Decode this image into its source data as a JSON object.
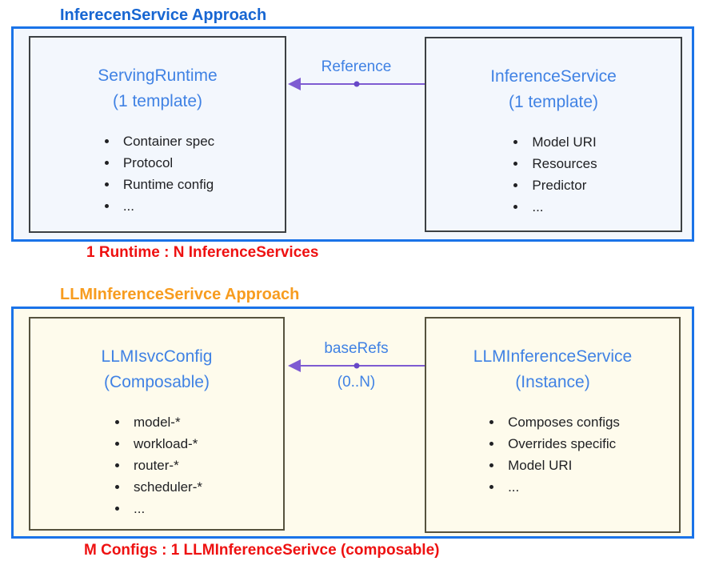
{
  "colors": {
    "container_border": "#1a73e8",
    "section1_fill": "#f3f7fd",
    "section2_fill": "#fefbec",
    "section1_box_border": "#3c4043",
    "section2_box_border": "#56523e",
    "section1_title": "#1766d2",
    "section2_title": "#f79c1f",
    "box_heading_blue": "#4082e4",
    "body_text": "#202124",
    "caption_red": "#ee1111",
    "arrow_purple": "#7e5bd2",
    "arrow_dot": "#6748c8"
  },
  "sections": [
    {
      "title": "InferecenService Approach",
      "left_box": {
        "heading": "ServingRuntime",
        "subheading": "(1 template)",
        "bullets": [
          "Container spec",
          "Protocol",
          "Runtime config",
          "..."
        ]
      },
      "right_box": {
        "heading": "InferenceService",
        "subheading": "(1 template)",
        "bullets": [
          "Model URI",
          "Resources",
          "Predictor",
          "..."
        ]
      },
      "arrow": {
        "label": "Reference",
        "sublabel": ""
      },
      "caption": "1 Runtime : N InferenceServices"
    },
    {
      "title": "LLMInferenceSerivce Approach",
      "left_box": {
        "heading": "LLMIsvcConfig",
        "subheading": "(Composable)",
        "bullets": [
          "model-*",
          "workload-*",
          "router-*",
          "scheduler-*",
          "..."
        ]
      },
      "right_box": {
        "heading": "LLMInferenceService",
        "subheading": "(Instance)",
        "bullets": [
          "Composes configs",
          "Overrides specific",
          "Model URI",
          "..."
        ]
      },
      "arrow": {
        "label": "baseRefs",
        "sublabel": "(0..N)"
      },
      "caption": "M Configs : 1 LLMInferenceSerivce (composable)"
    }
  ]
}
